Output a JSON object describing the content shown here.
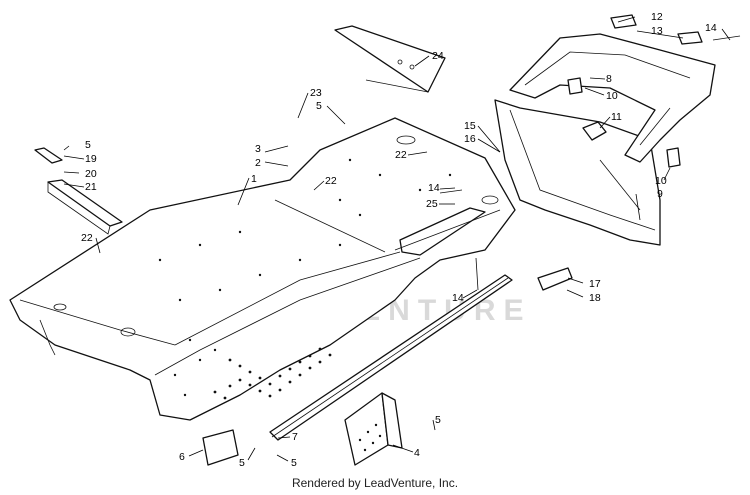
{
  "watermark": {
    "text": "LEADVENTURE",
    "color": "#d6d6d6"
  },
  "footer": "Rendered by LeadVenture, Inc.",
  "ink_color": "#111111",
  "callouts": [
    {
      "id": "c1",
      "label": "1"
    },
    {
      "id": "c2",
      "label": "2"
    },
    {
      "id": "c3",
      "label": "3"
    },
    {
      "id": "c4",
      "label": "4"
    },
    {
      "id": "c5a",
      "label": "5"
    },
    {
      "id": "c5b",
      "label": "5"
    },
    {
      "id": "c5c",
      "label": "5"
    },
    {
      "id": "c5d",
      "label": "5"
    },
    {
      "id": "c5e",
      "label": "5"
    },
    {
      "id": "c6",
      "label": "6"
    },
    {
      "id": "c7",
      "label": "7"
    },
    {
      "id": "c8",
      "label": "8"
    },
    {
      "id": "c9",
      "label": "9"
    },
    {
      "id": "c10a",
      "label": "10"
    },
    {
      "id": "c10b",
      "label": "10"
    },
    {
      "id": "c11",
      "label": "11"
    },
    {
      "id": "c12",
      "label": "12"
    },
    {
      "id": "c13",
      "label": "13"
    },
    {
      "id": "c14a",
      "label": "14"
    },
    {
      "id": "c14b",
      "label": "14"
    },
    {
      "id": "c14c",
      "label": "14"
    },
    {
      "id": "c15",
      "label": "15"
    },
    {
      "id": "c16",
      "label": "16"
    },
    {
      "id": "c17",
      "label": "17"
    },
    {
      "id": "c18",
      "label": "18"
    },
    {
      "id": "c19",
      "label": "19"
    },
    {
      "id": "c20",
      "label": "20"
    },
    {
      "id": "c21",
      "label": "21"
    },
    {
      "id": "c22a",
      "label": "22"
    },
    {
      "id": "c22b",
      "label": "22"
    },
    {
      "id": "c22c",
      "label": "22"
    },
    {
      "id": "c23",
      "label": "23"
    },
    {
      "id": "c24",
      "label": "24"
    },
    {
      "id": "c25",
      "label": "25"
    }
  ]
}
